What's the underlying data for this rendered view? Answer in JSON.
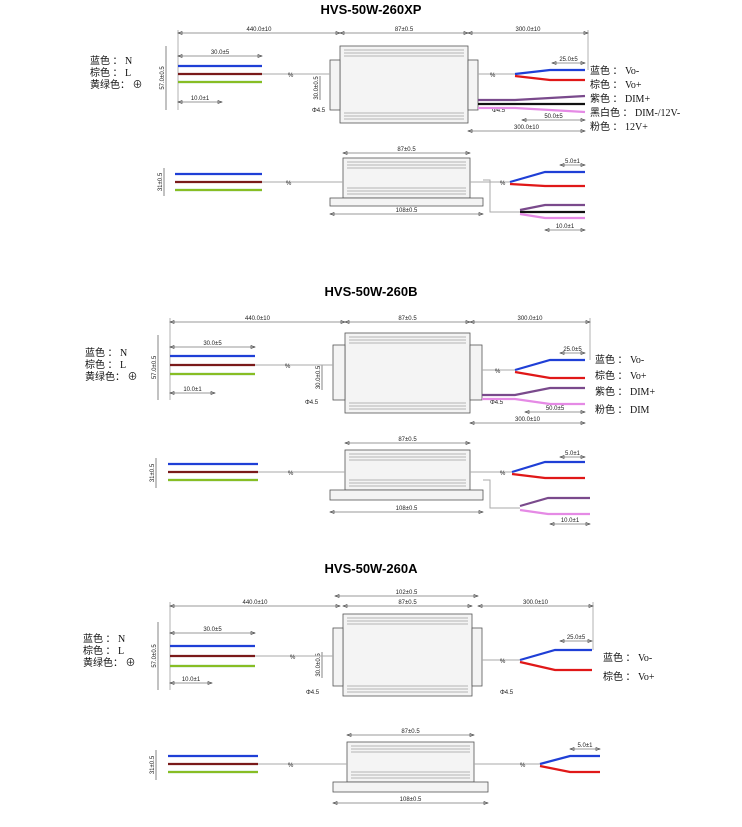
{
  "sections": [
    {
      "title": "HVS-50W-260XP",
      "top": {
        "overall_len": "440.0±10",
        "body_len": "87±0.5",
        "out_len": "300.0±10",
        "strip_in": "30.0±5",
        "strip_short": "10.0±1",
        "height": "57.0±0.5",
        "mount": "30.0±0.5",
        "hole": "Φ4.5",
        "out_strip": "25.0±5",
        "out_strip2": "50.0±5",
        "out_total": "300.0±10"
      },
      "side": {
        "body_len": "87±0.5",
        "base_len": "108±0.5",
        "height": "31±0.5",
        "tip": "5.0±1",
        "tip2": "10.0±1"
      },
      "left_labels": [
        "蓝色 ： N",
        "棕色 ： L",
        "黄绿色： ⊕"
      ],
      "right_labels": [
        "蓝色 ： Vo-",
        "棕色 ： Vo+",
        "紫色 ： DIM+",
        "黑白色 ： DIM-/12V-",
        "粉色 ： 12V+"
      ]
    },
    {
      "title": "HVS-50W-260B",
      "top": {
        "overall_len": "440.0±10",
        "body_len": "87±0.5",
        "out_len": "300.0±10",
        "strip_in": "30.0±5",
        "strip_short": "10.0±1",
        "height": "57.0±0.5",
        "mount": "30.0±0.5",
        "hole": "Φ4.5",
        "out_strip": "25.0±5",
        "out_strip2": "50.0±5",
        "out_total": "300.0±10"
      },
      "side": {
        "body_len": "87±0.5",
        "base_len": "108±0.5",
        "height": "31±0.5",
        "tip": "5.0±1",
        "tip2": "10.0±1"
      },
      "left_labels": [
        "蓝色 ： N",
        "棕色 ： L",
        "黄绿色： ⊕"
      ],
      "right_labels": [
        "蓝色 ： Vo-",
        "棕色 ： Vo+",
        "紫色 ： DIM+",
        "粉色 ： DIM"
      ]
    },
    {
      "title": "HVS-50W-260A",
      "top": {
        "overall_len": "440.0±10",
        "body_len": "87±0.5",
        "outer_len": "102±0.5",
        "out_len": "300.0±10",
        "strip_in": "30.0±5",
        "strip_short": "10.0±1",
        "height": "57.0±0.5",
        "mount": "30.0±0.5",
        "hole": "Φ4.5",
        "out_strip": "25.0±5"
      },
      "side": {
        "body_len": "87±0.5",
        "base_len": "108±0.5",
        "height": "31±0.5",
        "tip": "5.0±1"
      },
      "left_labels": [
        "蓝色 ： N",
        "棕色 ： L",
        "黄绿色： ⊕"
      ],
      "right_labels": [
        "蓝色 ： Vo-",
        "棕色 ： Vo+"
      ]
    }
  ]
}
